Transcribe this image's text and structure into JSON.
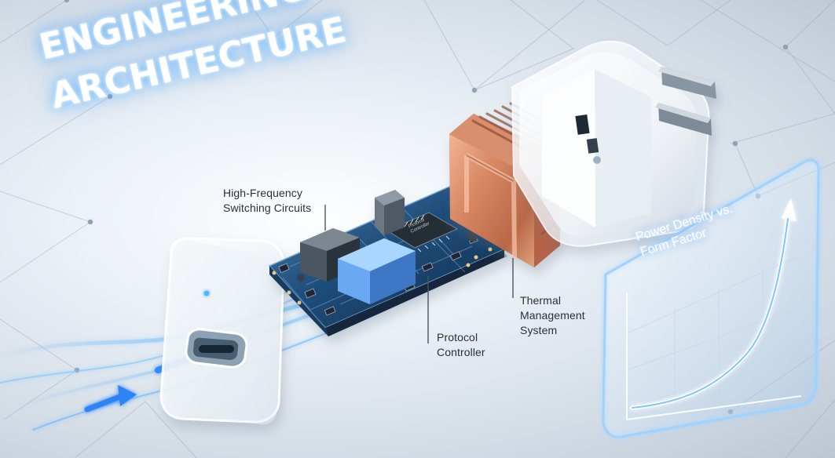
{
  "headline": {
    "line1": "ENGINEERING",
    "line2": "ARCHITECTURE"
  },
  "callouts": {
    "high_frequency": "High-Frequency\nSwitching Circuits",
    "protocol": "Protocol\nController",
    "thermal": "Thermal\nManagement\nSystem"
  },
  "chart": {
    "title": "Power Density vs.\nForm Factor",
    "trend": "increasing"
  },
  "chip": {
    "text": "Protocol\nController"
  },
  "colors": {
    "glow_blue": "#4aa7ff",
    "copper": "#d58c6c",
    "pcb_blue": "#24547b",
    "chip_blue": "#69a7f0"
  },
  "icons": {
    "usb_port": "usb-c-port-icon",
    "plug": "power-plug-icon"
  }
}
